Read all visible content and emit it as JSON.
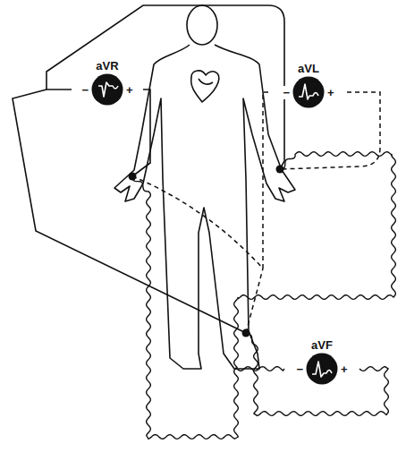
{
  "diagram": {
    "nodes": [
      {
        "text": [
          "aVR",
          "−",
          "+"
        ]
      },
      {
        "text": [
          "aVL",
          "−",
          "+"
        ]
      },
      {
        "text": [
          "aVF",
          "−",
          "+"
        ]
      }
    ]
  }
}
